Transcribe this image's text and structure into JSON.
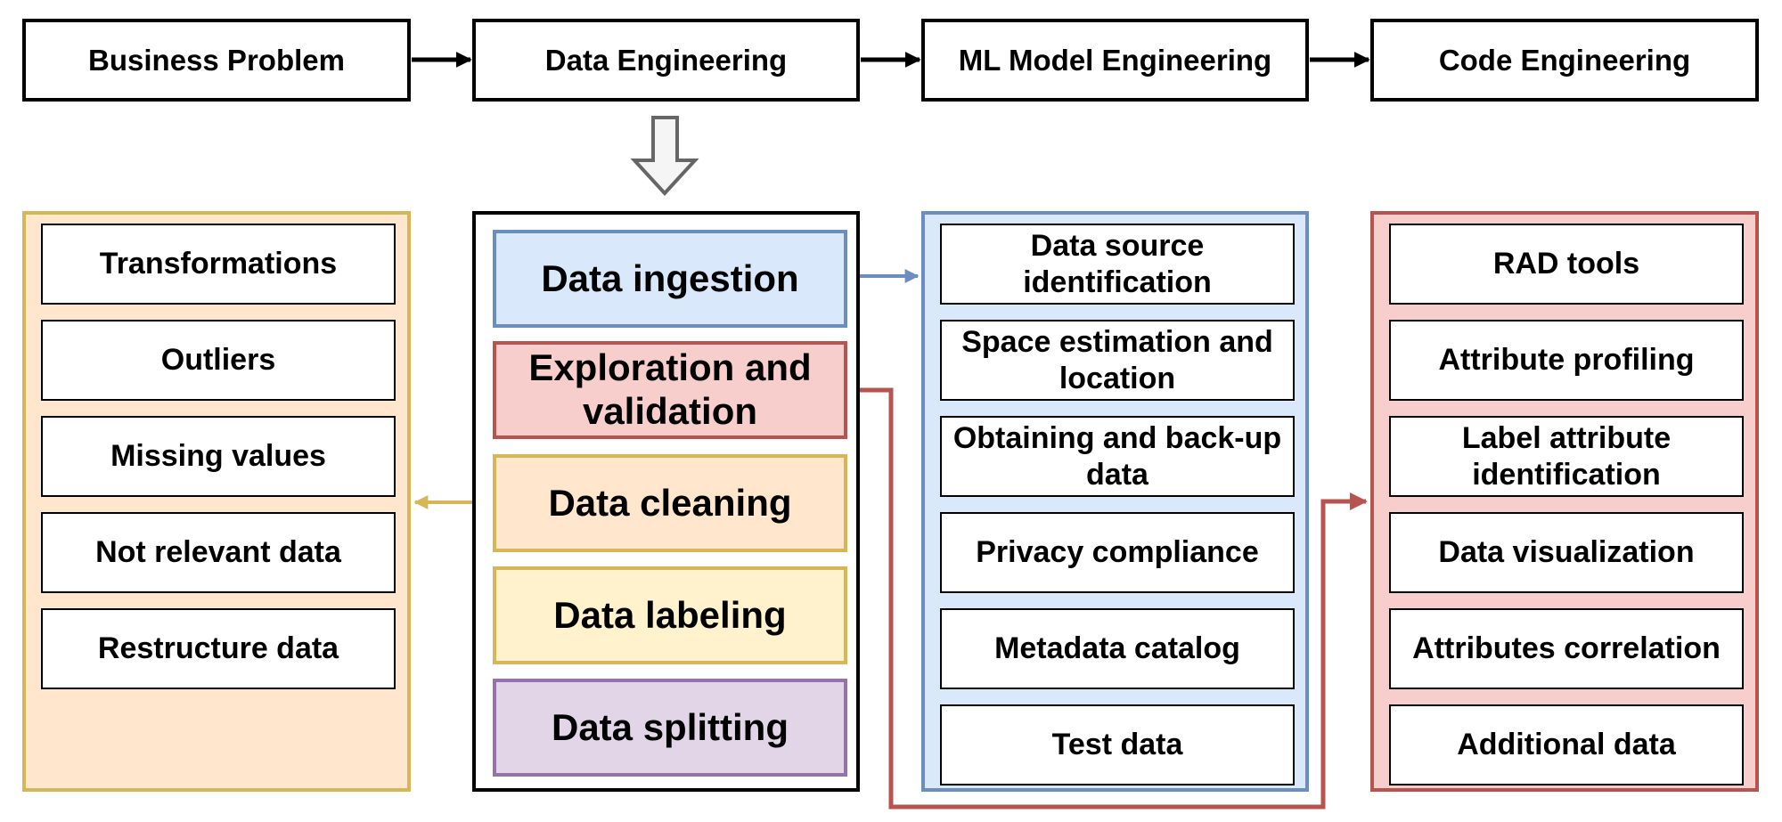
{
  "colors": {
    "blue": "#6c8ebf",
    "blue_fill": "#dae8fc",
    "red": "#b85450",
    "red_fill": "#f8cecc",
    "gold": "#d6b656",
    "gold_fill": "#fff2cc",
    "orange_fill": "#ffe6cc",
    "purple": "#9673a6",
    "purple_fill": "#e1d5e7"
  },
  "pipeline": {
    "stages": [
      "Business Problem",
      "Data Engineering",
      "ML Model Engineering",
      "Code Engineering"
    ]
  },
  "data_engineering": {
    "steps": [
      "Data ingestion",
      "Exploration and validation",
      "Data cleaning",
      "Data labeling",
      "Data splitting"
    ]
  },
  "cleaning_tasks": [
    "Transformations",
    "Outliers",
    "Missing values",
    "Not relevant data",
    "Restructure data"
  ],
  "ingestion_tasks": [
    "Data source identification",
    "Space estimation and location",
    "Obtaining and back-up data",
    "Privacy compliance",
    "Metadata catalog",
    "Test data"
  ],
  "exploration_tasks": [
    "RAD tools",
    "Attribute profiling",
    "Label attribute identification",
    "Data visualization",
    "Attributes correlation",
    "Additional data"
  ]
}
